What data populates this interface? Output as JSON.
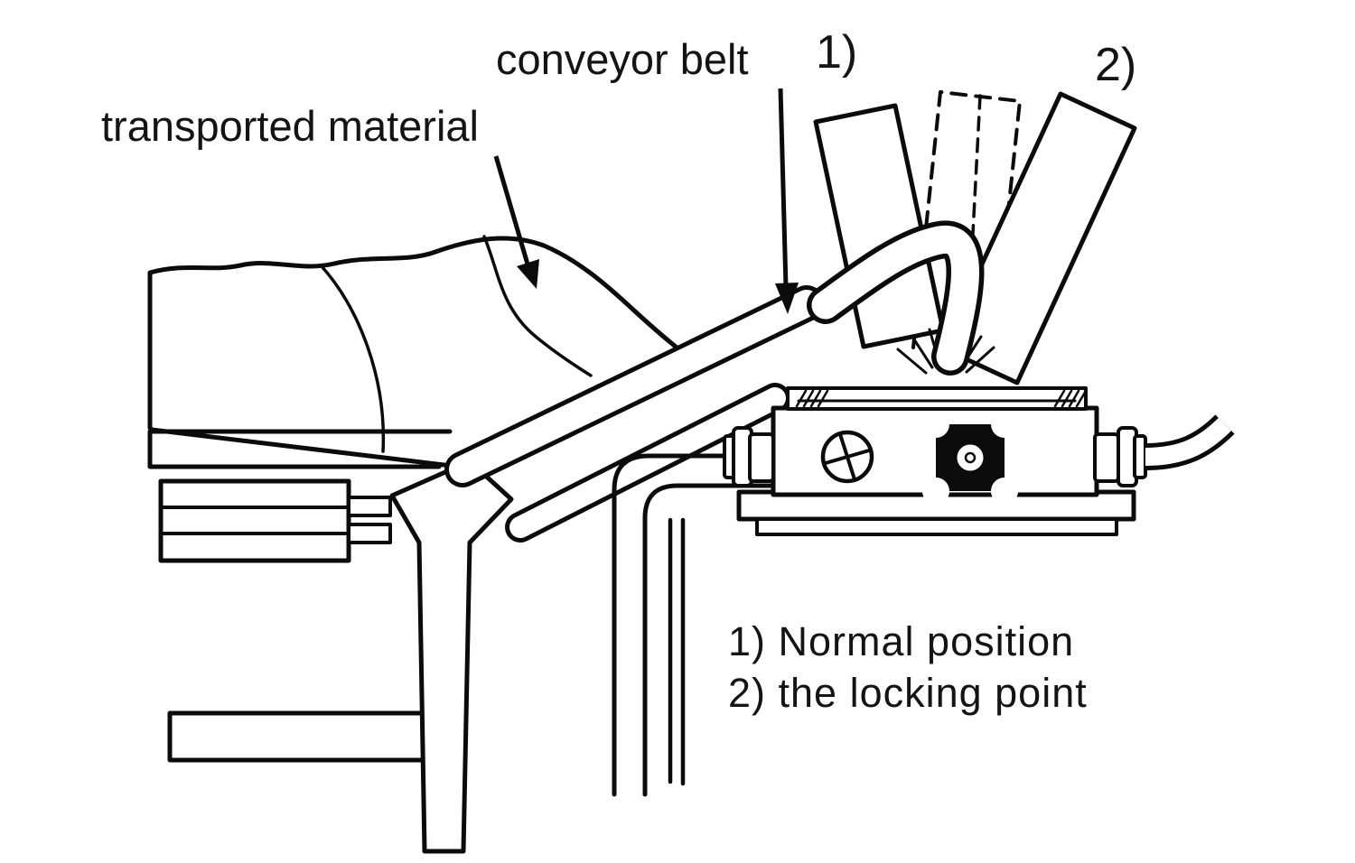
{
  "figure": {
    "background_color": "#ffffff",
    "ink_color": "#0b0b0b",
    "description_names": [
      "material-pile",
      "conveyor-belt",
      "support-frame",
      "switch-housing",
      "tilt-lever"
    ]
  },
  "labels": {
    "conveyor_belt": "conveyor belt",
    "transported_material": "transported material",
    "marker_1": "1)",
    "marker_2": "2)"
  },
  "legend": {
    "line1": "1) Normal position",
    "line2": "2) the locking point"
  }
}
